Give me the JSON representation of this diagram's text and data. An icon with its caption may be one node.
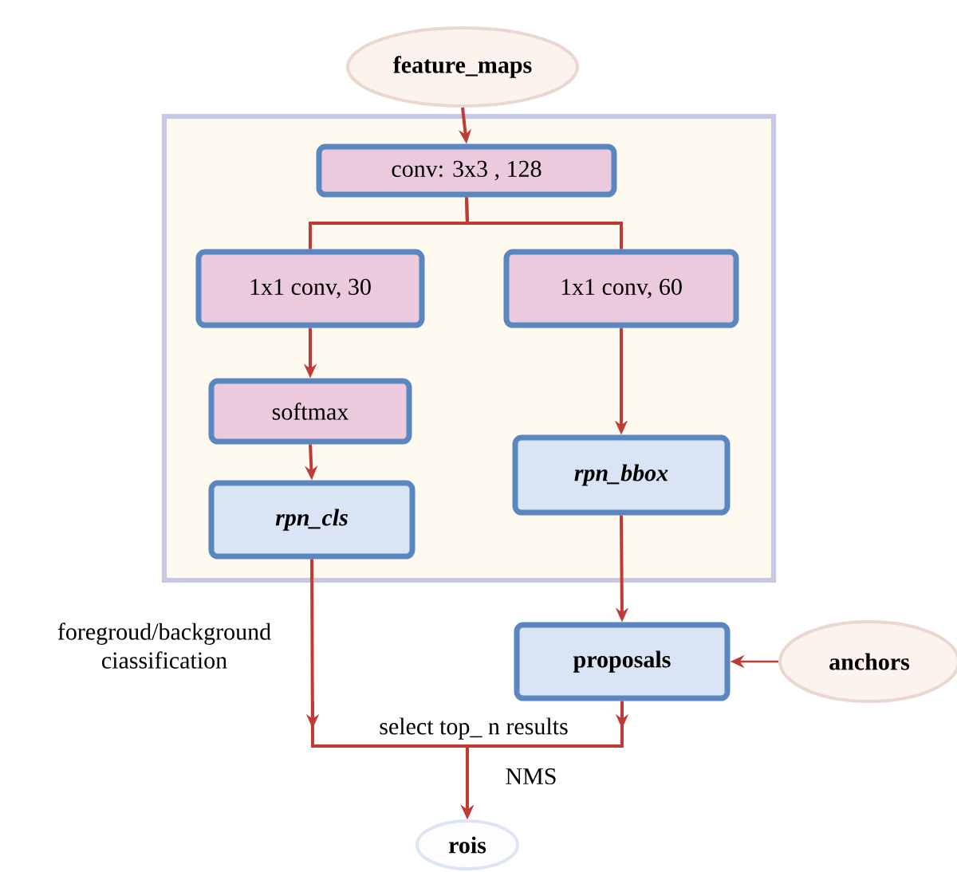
{
  "diagram": {
    "nodes": [
      {
        "text": [
          "feature_maps"
        ]
      },
      {
        "text": [],
        "shape": "box"
      },
      {
        "text": [
          "conv: 3x3 , 128"
        ],
        "in": 1
      },
      {
        "text": [
          "1x1 conv, 30"
        ],
        "in": 1
      },
      {
        "text": [
          "1x1 conv, 60"
        ],
        "in": 1
      },
      {
        "text": [
          "softmax"
        ],
        "in": 1
      },
      {
        "text": [
          "rpn_cls"
        ],
        "in": 1
      },
      {
        "text": [
          "rpn_bbox"
        ],
        "in": 1
      },
      {
        "text": [
          "proposals"
        ]
      },
      {
        "text": [
          "anchors"
        ]
      },
      {
        "text": [
          "rois"
        ]
      }
    ],
    "edges": [
      {
        "from": 0,
        "to": 2,
        "arrow": "to"
      },
      {
        "from": 2,
        "to": 3,
        "arrow": "none"
      },
      {
        "from": 2,
        "to": 4,
        "arrow": "none"
      },
      {
        "from": 3,
        "to": 5,
        "arrow": "to"
      },
      {
        "from": 5,
        "to": 6,
        "arrow": "to"
      },
      {
        "from": 4,
        "to": 7,
        "arrow": "to"
      },
      {
        "from": 7,
        "to": 8,
        "arrow": "to"
      },
      {
        "from": 9,
        "to": 8,
        "arrow": "to"
      },
      {
        "from": 6,
        "to": 10,
        "arrow": "to",
        "label": "foregroud/background ciassification"
      },
      {
        "from": 8,
        "to": 10,
        "arrow": "to",
        "label": "select top_ n results"
      }
    ],
    "labels": [
      "NMS"
    ]
  }
}
